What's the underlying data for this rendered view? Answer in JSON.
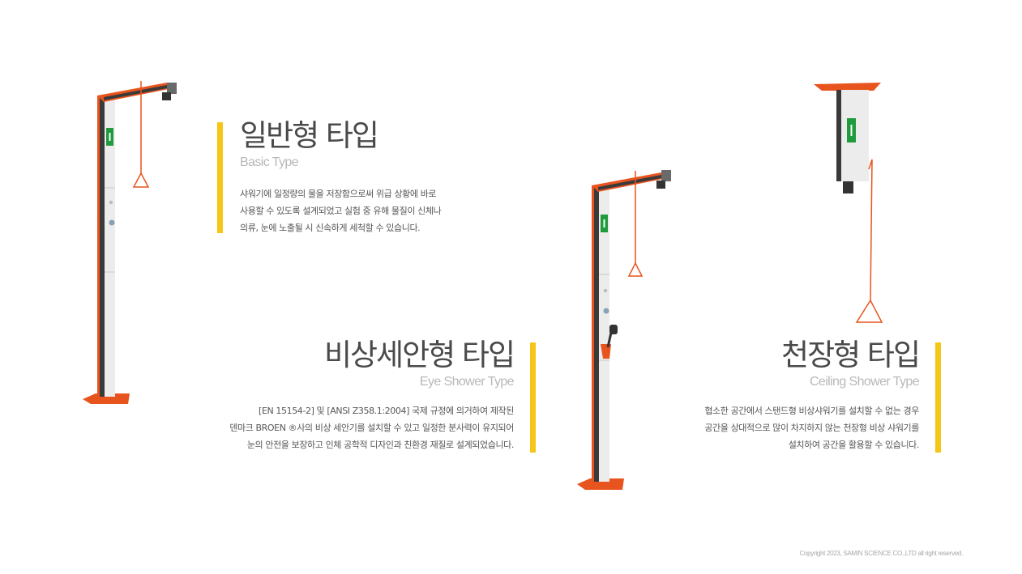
{
  "sections": {
    "basic": {
      "title": "일반형 타입",
      "subtitle": "Basic Type",
      "desc_lines": [
        "샤워기에 일정량의 물을 저장함으로써 위급 상황에 바로",
        "사용할 수 있도록 설계되었고 실험 중 유해 물질이 신체나",
        "의류, 눈에 노출될 시 신속하게 세척할 수 있습니다."
      ]
    },
    "eye": {
      "title": "비상세안형 타입",
      "subtitle": "Eye Shower Type",
      "desc_lines": [
        "[EN 15154-2] 및 [ANSI Z358.1:2004] 국제 규정에 의거하여 제작된",
        "덴마크 BROEN ®사의 비상 세안기를 설치할 수 있고 일정한 분사력이 유지되어",
        "눈의 안전을 보장하고 인체 공학적 디자인과 친환경 재질로 설계되었습니다."
      ]
    },
    "ceiling": {
      "title": "천장형 타입",
      "subtitle": "Ceiling Shower Type",
      "desc_lines": [
        "협소한 공간에서 스탠드형 비상샤워기를 설치할 수 없는 경우",
        "공간을 상대적으로 많이 차지하지 않는 천장형 비상 샤워기를",
        "설치하여 공간을 활용할 수 있습니다."
      ]
    }
  },
  "footer": {
    "copyright": "Copyright 2023, SAMIN SCIENCE CO.,LTD all right reserved."
  },
  "colors": {
    "accent_bar": "#f5c518",
    "shower_orange": "#e8541e",
    "sign_green": "#1f9a3c"
  },
  "icons": [
    "emergency-shower-sign-icon"
  ]
}
